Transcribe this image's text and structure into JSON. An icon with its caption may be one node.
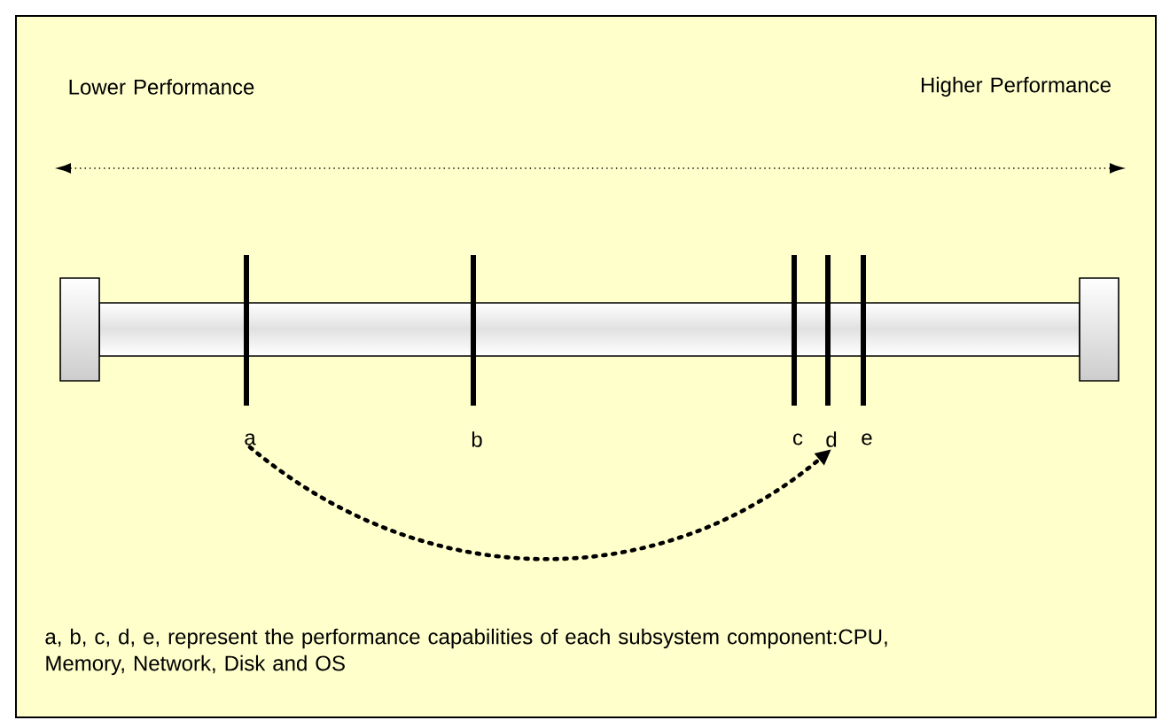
{
  "diagram": {
    "nodes": [
      {
        "text": [
          "a"
        ]
      },
      {
        "text": [
          "b"
        ]
      },
      {
        "text": [
          "c"
        ]
      },
      {
        "text": [
          "d"
        ]
      },
      {
        "text": [
          "e"
        ]
      }
    ],
    "edges": [
      {
        "from": 0,
        "to": 3,
        "arrow": "to",
        "style": "dashed"
      }
    ],
    "labels": [
      "Lower Performance",
      "Higher Performance",
      "a, b, c, d, e, represent the performance capabilities of each subsystem component:CPU, Memory, Network, Disk and OS"
    ]
  }
}
